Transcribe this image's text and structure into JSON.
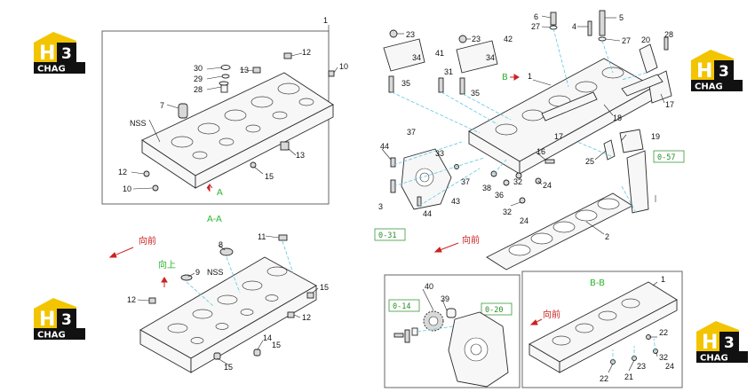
{
  "logos": [
    {
      "letter": "H",
      "number": "3",
      "brand": "CHAG"
    },
    {
      "letter": "H",
      "number": "3",
      "brand": "CHAG"
    },
    {
      "letter": "H",
      "number": "3",
      "brand": "CHAG"
    },
    {
      "letter": "H",
      "number": "3",
      "brand": "CHAG"
    }
  ],
  "section_labels": {
    "a_arrow": "A",
    "a_a": "A-A",
    "b_arrow": "B",
    "b_b": "B-B"
  },
  "direction_labels": {
    "forward": "向前",
    "up": "向上"
  },
  "nss": "NSS",
  "ref_boxes": {
    "c57": "0-57",
    "c31": "0-31",
    "c14": "0-14",
    "c20": "0-20"
  },
  "callouts": {
    "top_left": [
      "1",
      "30",
      "29",
      "28",
      "13",
      "12",
      "10",
      "7",
      "12",
      "10",
      "15",
      "13"
    ],
    "top_right": [
      "6",
      "27",
      "4",
      "5",
      "27",
      "23",
      "34",
      "41",
      "23",
      "34",
      "42",
      "35",
      "31",
      "35",
      "20",
      "28",
      "1",
      "17",
      "18",
      "19",
      "17",
      "37",
      "33",
      "44",
      "16",
      "32",
      "36",
      "38",
      "37",
      "24",
      "32",
      "24",
      "43",
      "44",
      "3",
      "25",
      "2"
    ],
    "bottom_left": [
      "8",
      "11",
      "9",
      "12",
      "15",
      "12",
      "14",
      "15",
      "15"
    ],
    "gear_inset": [
      "40",
      "39"
    ],
    "bb_inset": [
      "1",
      "22",
      "32",
      "24",
      "22",
      "21",
      "23"
    ]
  },
  "colors": {
    "leader_cyan": "#5ec9df",
    "section_green": "#2bb52b",
    "direction_red": "#cc2222",
    "logo_yellow": "#f2c500"
  }
}
